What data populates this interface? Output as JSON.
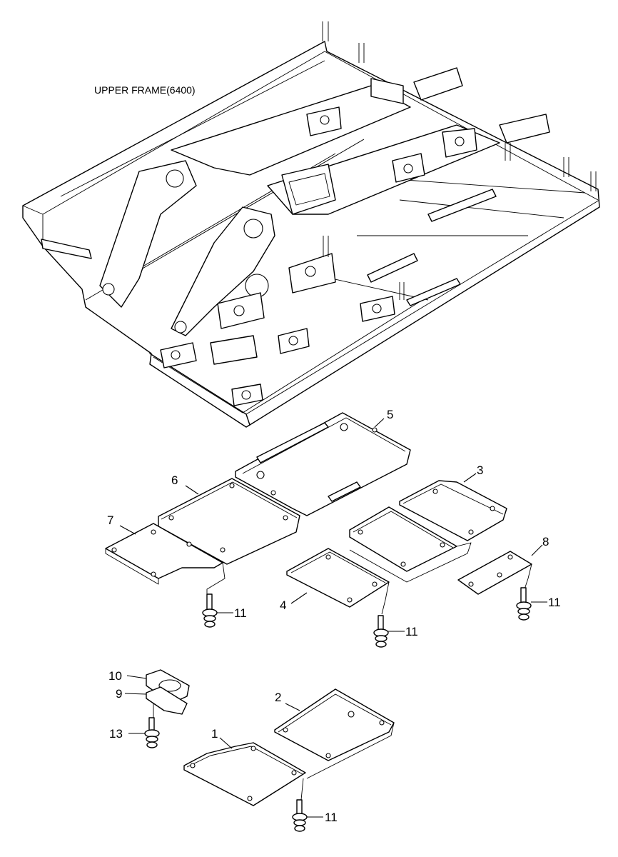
{
  "title": "UPPER FRAME(6400)",
  "callouts": [
    {
      "id": "c5",
      "label": "5"
    },
    {
      "id": "c6",
      "label": "6"
    },
    {
      "id": "c7",
      "label": "7"
    },
    {
      "id": "c3",
      "label": "3"
    },
    {
      "id": "c8",
      "label": "8"
    },
    {
      "id": "c4",
      "label": "4"
    },
    {
      "id": "c11a",
      "label": "11"
    },
    {
      "id": "c11b",
      "label": "11"
    },
    {
      "id": "c11c",
      "label": "11"
    },
    {
      "id": "c10",
      "label": "10"
    },
    {
      "id": "c9",
      "label": "9"
    },
    {
      "id": "c2",
      "label": "2"
    },
    {
      "id": "c13",
      "label": "13"
    },
    {
      "id": "c1",
      "label": "1"
    },
    {
      "id": "c11d",
      "label": "11"
    }
  ]
}
